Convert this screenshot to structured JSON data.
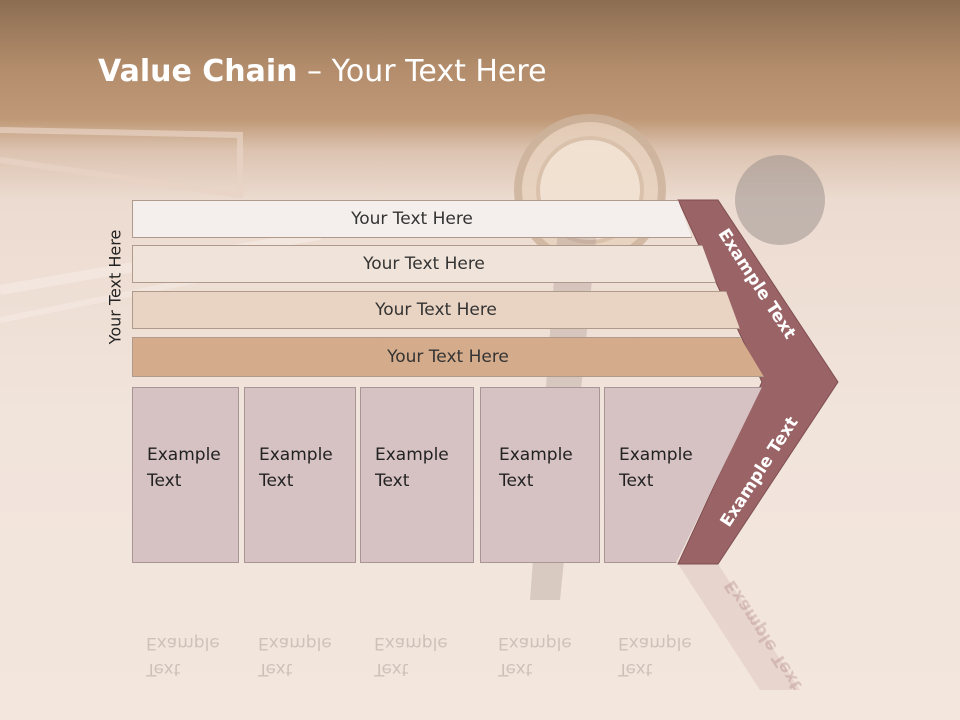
{
  "title": {
    "bold": "Value Chain",
    "rest": " – Your Text Here"
  },
  "side_label": "Your Text Here",
  "bars": [
    "Your Text Here",
    "Your Text Here",
    "Your Text Here",
    "Your Text Here"
  ],
  "boxes": [
    {
      "line1": "Example",
      "line2": "Text"
    },
    {
      "line1": "Example",
      "line2": "Text"
    },
    {
      "line1": "Example",
      "line2": "Text"
    },
    {
      "line1": "Example",
      "line2": "Text"
    },
    {
      "line1": "Example",
      "line2": "Text"
    }
  ],
  "chevron": {
    "upper_text": "Example Text",
    "lower_text": "Example Text"
  },
  "colors": {
    "chevron": "#9a6466",
    "bar1": "#f4efec",
    "bar2": "#f0e4da",
    "bar3": "#e9d3c3",
    "bar4": "#d4ac8c",
    "box": "#d6c2c3"
  }
}
